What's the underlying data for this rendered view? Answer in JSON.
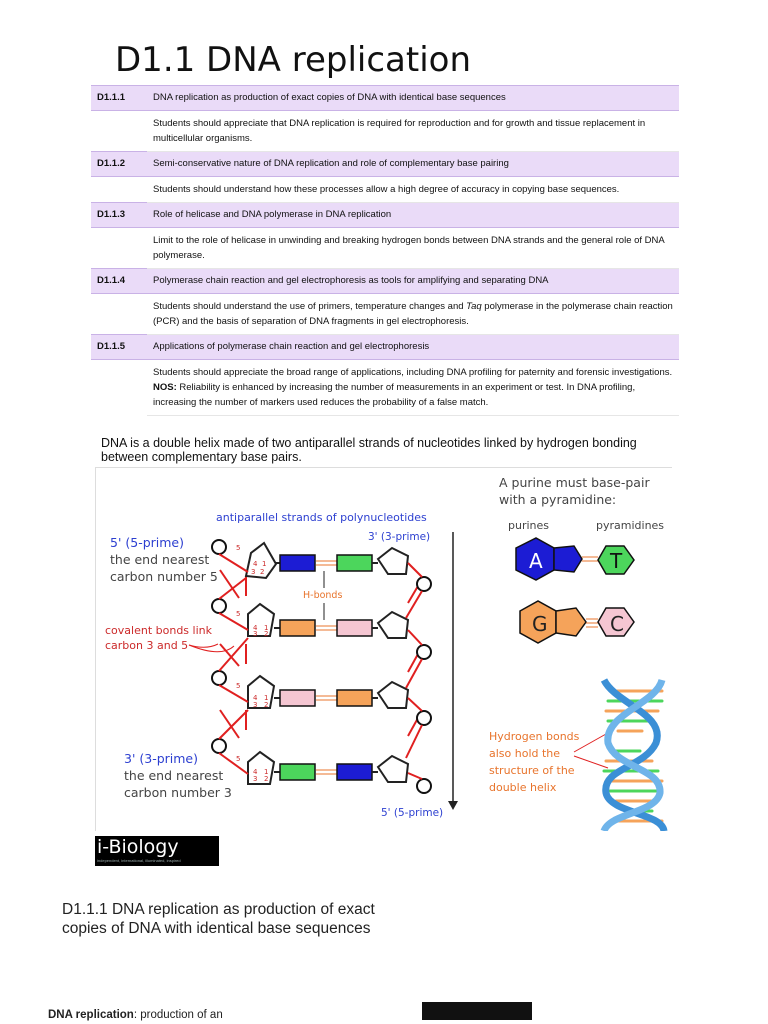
{
  "page_title": "D1.1 DNA replication",
  "spec_rows": [
    {
      "code": "D1.1.1",
      "heading": "DNA replication as production of exact copies of DNA with identical base sequences",
      "details": [
        "Students should appreciate that DNA replication is required for reproduction and for growth and tissue replacement in multicellular organisms."
      ]
    },
    {
      "code": "D1.1.2",
      "heading": "Semi-conservative nature of DNA replication and role of complementary base pairing",
      "details": [
        "Students should understand how these processes allow a high degree of accuracy in copying base sequences."
      ]
    },
    {
      "code": "D1.1.3",
      "heading": "Role of helicase and DNA polymerase in DNA replication",
      "details": [
        "Limit to the role of helicase in unwinding and breaking hydrogen bonds between DNA strands and the general role of DNA polymerase."
      ]
    },
    {
      "code": "D1.1.4",
      "heading": "Polymerase chain reaction and gel electrophoresis as tools for amplifying and separating DNA",
      "details_pre": "Students should understand the use of primers, temperature changes and ",
      "details_em": "Taq",
      "details_post": " polymerase in the polymerase chain reaction (PCR) and the basis of separation of DNA fragments in gel electrophoresis."
    },
    {
      "code": "D1.1.5",
      "heading": "Applications of polymerase chain reaction and gel electrophoresis",
      "details": [
        "Students should appreciate the broad range of applications, including DNA profiling for paternity and forensic investigations."
      ],
      "nos_label": "NOS:",
      "nos_text": " Reliability is enhanced by increasing the number of measurements in an experiment or test. In DNA profiling, increasing the number of markers used reduces the probability of a false match."
    }
  ],
  "intro_text": "DNA is a double helix made of two antiparallel strands of nucleotides linked by hydrogen bonding between complementary base pairs.",
  "figure": {
    "strands_title": "antiparallel strands of polynucleotides",
    "five_prime_top": "5' (5-prime)",
    "five_prime_top_desc1": "the end nearest",
    "five_prime_top_desc2": "carbon number 5",
    "three_prime_top": "3' (3-prime)",
    "hbonds": "H-bonds",
    "covalent1": "covalent bonds link",
    "covalent2": "carbon 3 and 5",
    "three_prime_bottom": "3' (3-prime)",
    "three_prime_bottom_desc1": "the end nearest",
    "three_prime_bottom_desc2": "carbon number 3",
    "five_prime_bottom": "5' (5-prime)",
    "purine_rule1": "A purine must base-pair",
    "purine_rule2": "with a pyramidine:",
    "purines": "purines",
    "pyramidines": "pyramidines",
    "base_a": "A",
    "base_t": "T",
    "base_g": "G",
    "base_c": "C",
    "helix_note1": "Hydrogen bonds",
    "helix_note2": "also hold the",
    "helix_note3": "structure of the",
    "helix_note4": "double helix",
    "sugar_numbers": [
      "5",
      "4",
      "1",
      "3",
      "2"
    ],
    "colors": {
      "blue_base": "#1c1cd4",
      "green_base": "#4cd65c",
      "orange_base": "#f5a35a",
      "pink_base": "#f5c6d2",
      "strand": "#e02020",
      "label_blue": "#2c3fd0",
      "label_red": "#cc2a2a",
      "label_orange": "#e8742c"
    }
  },
  "logo_text": "i-Biology",
  "logo_tagline": "independent, international, illuminated, inspired",
  "sub_heading": "D1.1.1 DNA replication as production of exact copies of DNA with identical base sequences",
  "bottom_bold": "DNA replication",
  "bottom_text": ": production of an"
}
